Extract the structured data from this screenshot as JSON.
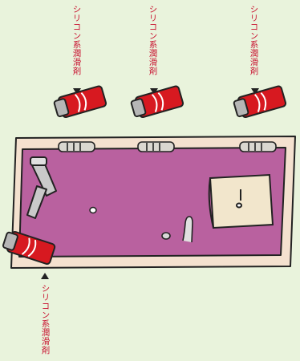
{
  "labels": {
    "top_left": "シリコン系潤滑剤",
    "top_middle": "シリコン系潤滑剤",
    "top_right": "シリコン系潤滑剤",
    "bottom_left": "シリコン系潤滑剤"
  },
  "colors": {
    "background": "#e9f3dc",
    "tub_rim": "#f4e1cf",
    "tub_basin": "#b9619f",
    "spray_red": "#d71920",
    "spray_cap": "#b6b6b6",
    "label_text": "#c8102e",
    "outline": "#222222"
  },
  "icons": [
    "spray-can-icon",
    "faucet-icon",
    "drain-icon",
    "arrow-down-icon",
    "arrow-up-icon"
  ]
}
